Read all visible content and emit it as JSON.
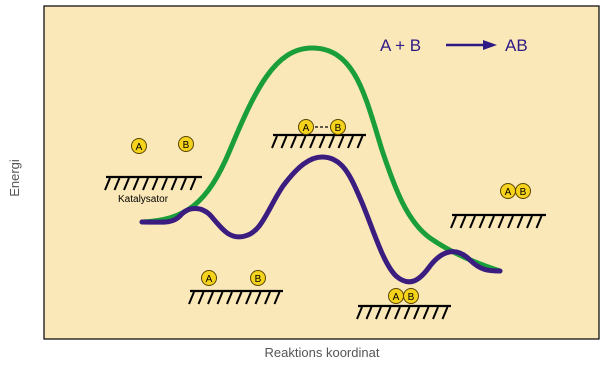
{
  "diagram": {
    "equation": {
      "left": "A + B",
      "right": "AB"
    },
    "x_axis_label": "Reaktions koordinat",
    "y_axis_label": "Energi",
    "catalyst_label": "Katalysator",
    "molecule_labels": {
      "a": "A",
      "b": "B"
    },
    "colors": {
      "panel_background": "#fbe8b8",
      "uncatalyzed_curve": "#1a9e3a",
      "catalyzed_curve": "#3b1d80",
      "molecule_fill": "#f5d21c",
      "molecule_stroke": "#5a4400",
      "arrow": "#2e1a85",
      "equation_text": "#2e1a85",
      "hatch": "#000000"
    },
    "curves": [
      {
        "id": "uncatalyzed",
        "legend": ""
      },
      {
        "id": "catalyzed",
        "legend": ""
      }
    ]
  }
}
